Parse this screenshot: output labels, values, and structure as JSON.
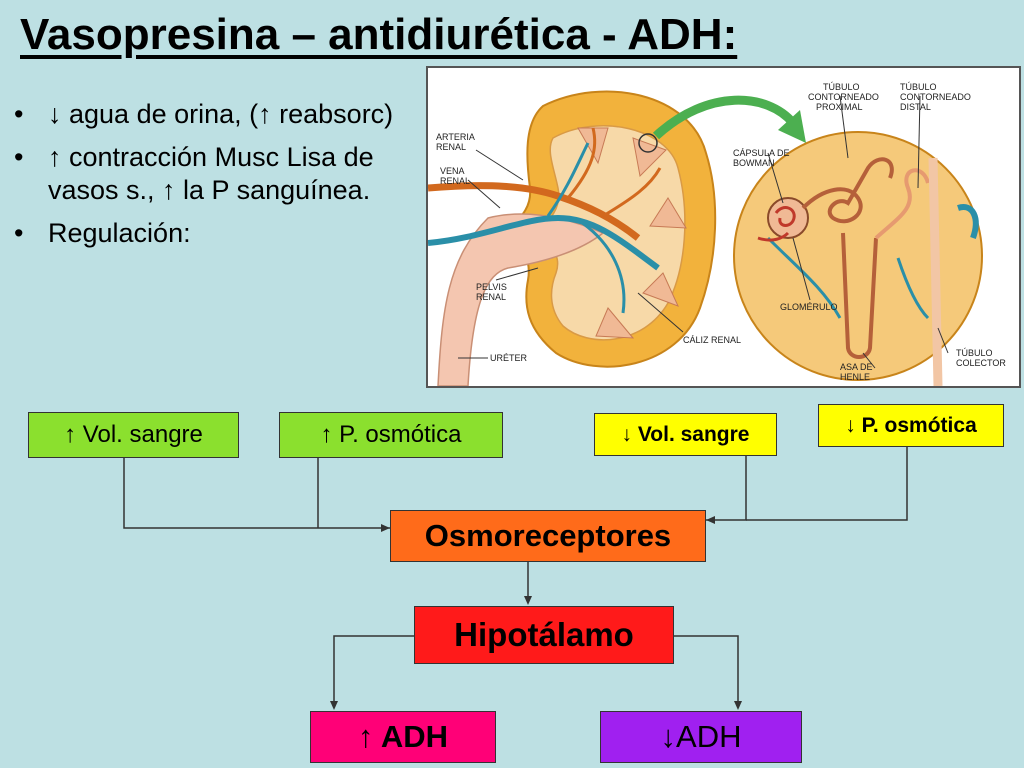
{
  "title": "Vasopresina – antidiurética - ADH:",
  "bullets": [
    "↓ agua de orina, (↑ reabsorc)",
    "↑ contracción Musc Lisa de vasos s., ↑ la P sanguínea.",
    "Regulación:"
  ],
  "figure": {
    "labels": {
      "arteria_1": "ARTERIA",
      "arteria_2": "RENAL",
      "vena_1": "VENA",
      "vena_2": "RENAL",
      "pelvis_1": "PELVIS",
      "pelvis_2": "RENAL",
      "ureter": "URÉTER",
      "caliz": "CÁLIZ RENAL",
      "tub_prox_1": "TÚBULO",
      "tub_prox_2": "CONTORNEADO",
      "tub_prox_3": "PROXIMAL",
      "tub_dist_1": "TÚBULO",
      "tub_dist_2": "CONTORNEADO",
      "tub_dist_3": "DISTAL",
      "capsula_1": "CÁPSULA DE",
      "capsula_2": "BOWMAN",
      "glomerulo": "GLOMÉRULO",
      "asa_1": "ASA DE",
      "asa_2": "HENLE",
      "colector_1": "TÚBULO",
      "colector_2": "COLECTOR"
    },
    "colors": {
      "kidney": "#f2b23c",
      "kidney_inner": "#f7d9a8",
      "artery": "#d2691e",
      "vein": "#2a8fa8",
      "arrow": "#4caf50"
    }
  },
  "flow": {
    "vol_up": "↑ Vol. sangre",
    "posm_up": "↑ P. osmótica",
    "vol_down": "↓ Vol. sangre",
    "posm_down": "↓ P. osmótica",
    "osmoreceptores": "Osmoreceptores",
    "hipotalamo": "Hipotálamo",
    "adh_up": "↑ ADH",
    "adh_down": "↓ADH",
    "colors": {
      "increase": "#8be02e",
      "decrease": "#ffff00",
      "osmoreceptores": "#ff6b1a",
      "hipotalamo": "#ff1a1a",
      "adh_up": "#ff0077",
      "adh_down": "#a020f0"
    }
  }
}
